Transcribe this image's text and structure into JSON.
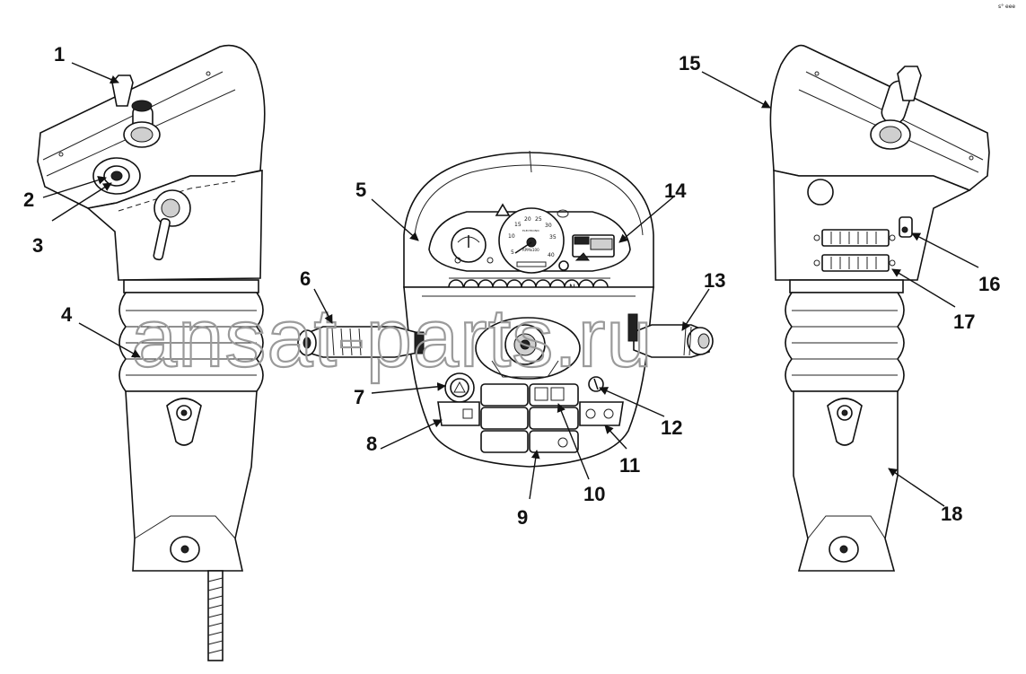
{
  "corner_mark": "s° eee",
  "watermark": "ansat-parts.ru",
  "dial": {
    "ticks": [
      "5",
      "10",
      "15",
      "20",
      "25",
      "30",
      "35",
      "40"
    ],
    "unit": "RPMx100",
    "brand": "ELECTRONIC"
  },
  "indicator_letter": "N",
  "callouts": [
    {
      "id": "1",
      "label": "1"
    },
    {
      "id": "2",
      "label": "2"
    },
    {
      "id": "3",
      "label": "3"
    },
    {
      "id": "4",
      "label": "4"
    },
    {
      "id": "5",
      "label": "5"
    },
    {
      "id": "6",
      "label": "6"
    },
    {
      "id": "7",
      "label": "7"
    },
    {
      "id": "8",
      "label": "8"
    },
    {
      "id": "9",
      "label": "9"
    },
    {
      "id": "10",
      "label": "10"
    },
    {
      "id": "11",
      "label": "11"
    },
    {
      "id": "12",
      "label": "12"
    },
    {
      "id": "13",
      "label": "13"
    },
    {
      "id": "14",
      "label": "14"
    },
    {
      "id": "15",
      "label": "15"
    },
    {
      "id": "16",
      "label": "16"
    },
    {
      "id": "17",
      "label": "17"
    },
    {
      "id": "18",
      "label": "18"
    }
  ]
}
